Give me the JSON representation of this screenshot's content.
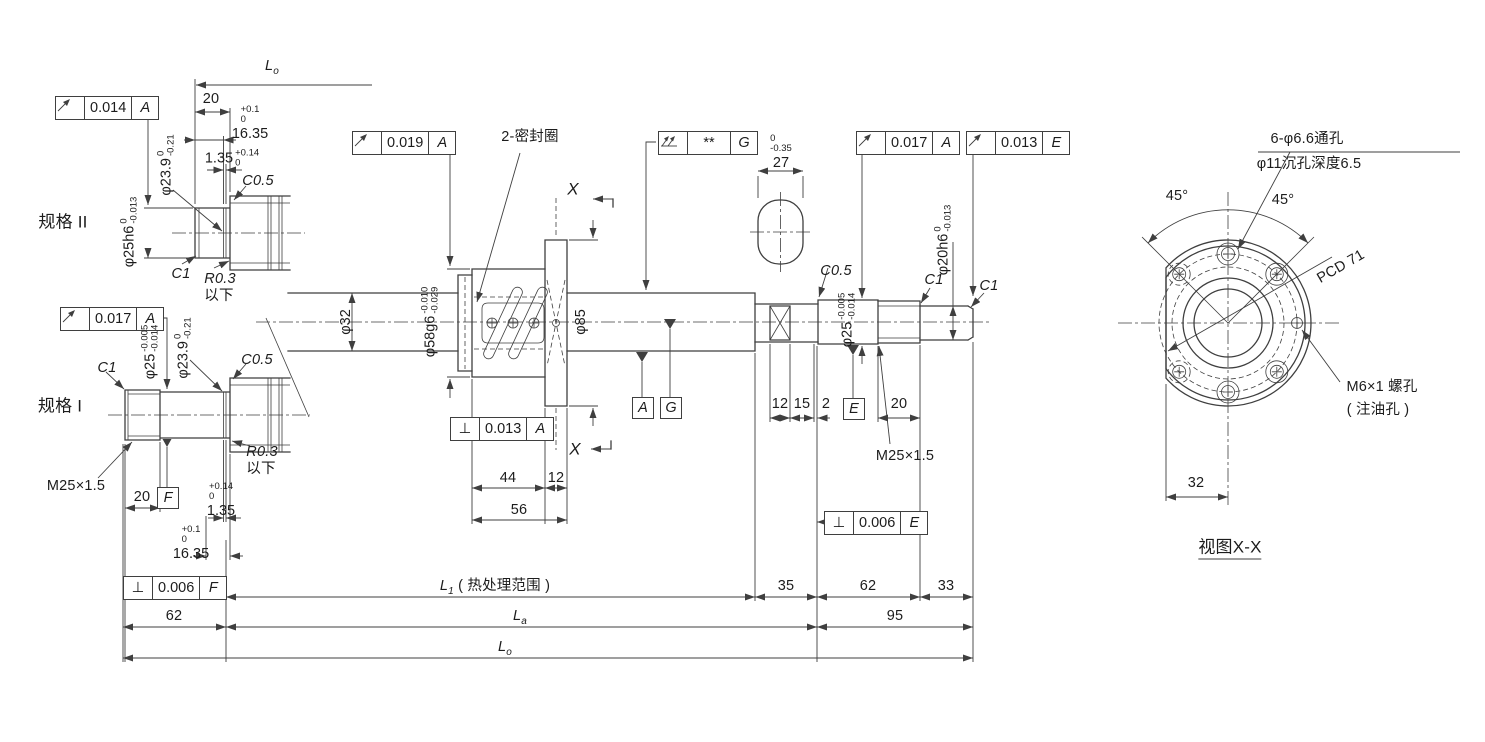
{
  "colors": {
    "line": "#3f3f3f",
    "text": "#1c1c1c",
    "background": "#ffffff"
  },
  "titles": {
    "spec2": "规格 II",
    "spec1": "规格 I",
    "view": "视图X-X"
  },
  "gdt_frames": {
    "f1": {
      "symbol": "circular-runout",
      "value": "0.014",
      "datum": "A"
    },
    "f2": {
      "symbol": "circular-runout",
      "value": "0.017",
      "datum": "A"
    },
    "f3": {
      "symbol": "circular-runout",
      "value": "0.019",
      "datum": "A"
    },
    "f4": {
      "symbol": "total-runout",
      "value": "**",
      "datum": "G"
    },
    "f5": {
      "symbol": "circular-runout",
      "value": "0.017",
      "datum": "A"
    },
    "f6": {
      "symbol": "circular-runout",
      "value": "0.013",
      "datum": "E"
    },
    "f7": {
      "symbol": "perpendicularity",
      "value": "0.013",
      "datum": "A"
    },
    "f8": {
      "symbol": "perpendicularity",
      "value": "0.006",
      "datum": "F"
    },
    "f9": {
      "symbol": "perpendicularity",
      "value": "0.006",
      "datum": "E"
    }
  },
  "datum_targets": {
    "a": "A",
    "g": "G",
    "e": "E",
    "f": "F"
  },
  "diameters": {
    "phi239_s2": {
      "v": "φ23.9",
      "up": "0",
      "dn": "-0.21"
    },
    "phi25h6": {
      "v": "φ25h6",
      "up": "0",
      "dn": "-0.013"
    },
    "phi25_s1": {
      "v": "φ25",
      "up": "-0.005",
      "dn": "-0.014"
    },
    "phi239_s1": {
      "v": "φ23.9",
      "up": "0",
      "dn": "-0.21"
    },
    "phi32": {
      "v": "φ32"
    },
    "phi58": {
      "v": "φ58g6",
      "up": "-0.010",
      "dn": "-0.029"
    },
    "phi85": {
      "v": "φ85"
    },
    "phi25_r": {
      "v": "φ25",
      "up": "-0.005",
      "dn": "-0.014"
    },
    "phi20h6": {
      "v": "φ20h6",
      "up": "0",
      "dn": "-0.013"
    }
  },
  "dims": {
    "l0_top": {
      "main": "L",
      "sub": "o"
    },
    "d20_s2": "20",
    "d1635_s2": {
      "v": "16.35",
      "up": "+0.1",
      "dn": "0"
    },
    "d135_s2": {
      "v": "1.35",
      "up": "+0.14",
      "dn": "0"
    },
    "d20_s1": "20",
    "d135_s1": {
      "v": "1.35",
      "up": "+0.14",
      "dn": "0"
    },
    "d1635_s1": {
      "v": "16.35",
      "up": "+0.1",
      "dn": "0"
    },
    "d62_left": "62",
    "d44": "44",
    "d12_nut": "12",
    "d56": "56",
    "d27": {
      "v": "27",
      "up": "0",
      "dn": "-0.35"
    },
    "d12": "12",
    "d15": "15",
    "d2": "2",
    "d20_r": "20",
    "d35": "35",
    "d62_right": "62",
    "d33": "33",
    "d95": "95",
    "l1": {
      "main": "L",
      "sub": "1",
      "note": "( 热处理范围 )"
    },
    "la": {
      "main": "L",
      "sub": "a"
    },
    "l0_bottom": {
      "main": "L",
      "sub": "o"
    },
    "d32": "32"
  },
  "notes": {
    "seal": "2-密封圈",
    "c05": "C0.5",
    "c1": "C1",
    "r03_line1": "R0.3",
    "r03_line2": "以下",
    "m25": "M25×1.5",
    "x_section": "X",
    "holes_line1": "6-φ6.6通孔",
    "holes_line2": "φ11沉孔深度6.5",
    "angle_left": "45°",
    "angle_right": "45°",
    "pcd": "PCD 71",
    "oil_line1": "M6×1 螺孔",
    "oil_line2": "( 注油孔 )"
  }
}
